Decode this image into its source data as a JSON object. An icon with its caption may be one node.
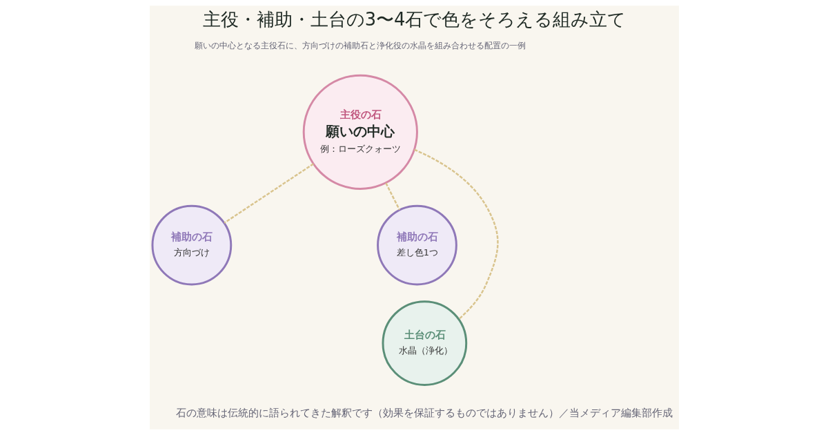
{
  "diagram": {
    "title": "主役・補助・土台の3〜4石で色をそろえる組み立て",
    "nodes": [
      {
        "text": [
          "主役の石",
          "願いの中心",
          "例：ローズクォーツ"
        ]
      },
      {
        "text": [
          "補助の石",
          "方向づけ"
        ]
      },
      {
        "text": [
          "補助の石",
          "差し色1つ"
        ]
      },
      {
        "text": [
          "土台の石",
          "水晶（浄化）"
        ]
      }
    ],
    "edges": [
      {
        "from": 0,
        "to": 1,
        "arrow": "none",
        "style": "dashed"
      },
      {
        "from": 0,
        "to": 2,
        "arrow": "none",
        "style": "dashed"
      },
      {
        "from": 0,
        "to": 3,
        "arrow": "none",
        "style": "dashed"
      }
    ],
    "labels": [
      "願いの中心となる主役石に、方向づけの補助石と浄化役の水晶を組み合わせる配置の一例",
      "石の意味は伝統的に語られてきた解釈です（効果を保証するものではありません）／当メディア編集部作成"
    ]
  }
}
